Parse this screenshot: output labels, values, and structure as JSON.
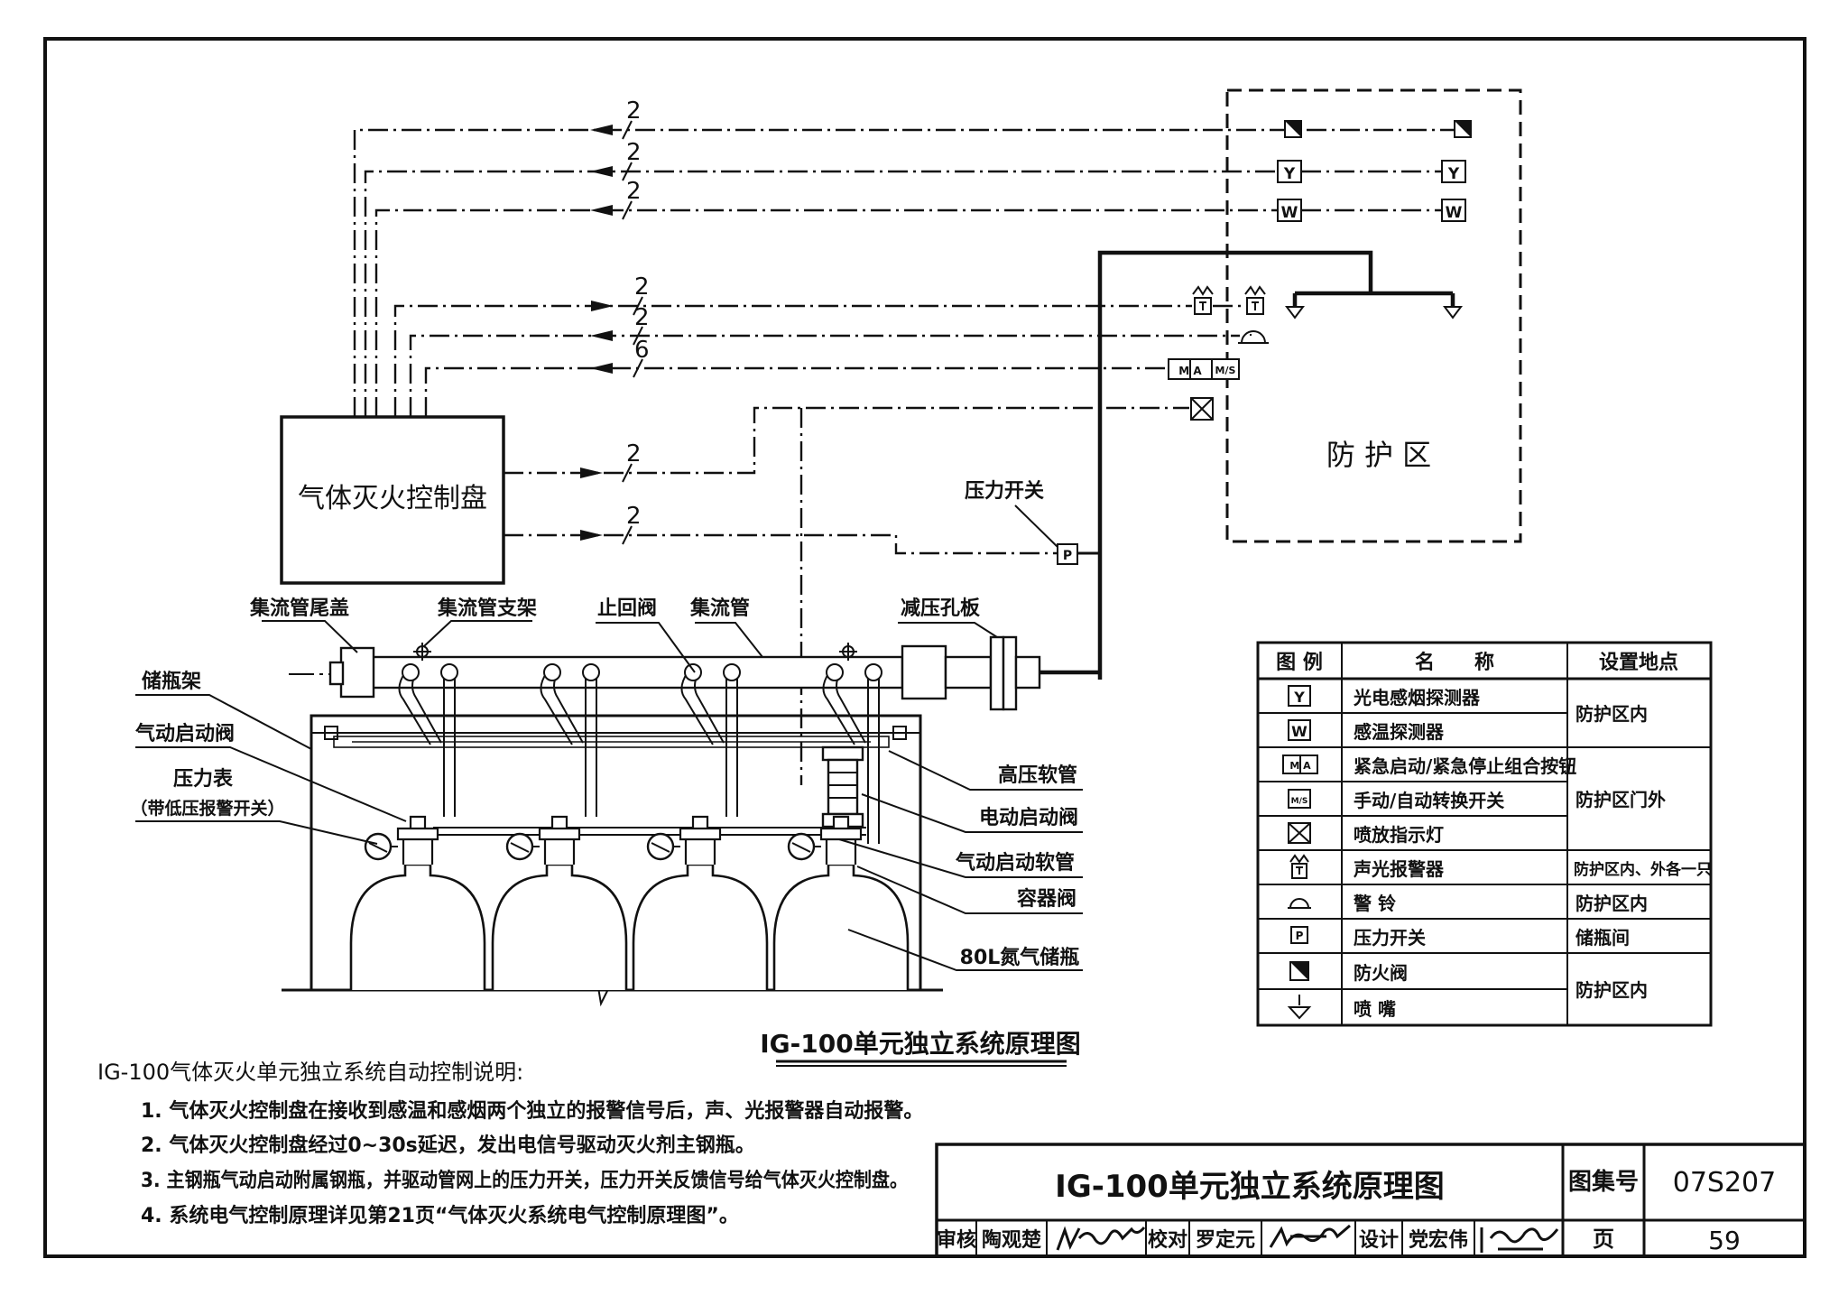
{
  "diagram": {
    "panel_label": "气体灭火控制盘",
    "zone_label": "防 护 区",
    "pressure_switch_label": "压力开关",
    "wire_counts": [
      "2",
      "2",
      "2",
      "2",
      "2",
      "6",
      "2",
      "2"
    ],
    "component_labels": {
      "header_end_cap": "集流管尾盖",
      "header_bracket": "集流管支架",
      "check_valve": "止回阀",
      "header": "集流管",
      "orifice_plate": "减压孔板",
      "cylinder_rack": "储瓶架",
      "pneumatic_start_valve": "气动启动阀",
      "pressure_gauge": "压力表",
      "pressure_gauge_note": "（带低压报警开关）",
      "hp_hose": "高压软管",
      "electric_start_valve": "电动启动阀",
      "pneumatic_start_hose": "气动启动软管",
      "container_valve": "容器阀",
      "cylinder": "80L氮气储瓶"
    },
    "diagram_title": "IG-100单元独立系统原理图"
  },
  "legend": {
    "headers": [
      "图 例",
      "名　　称",
      "设置地点"
    ],
    "symbol_text": {
      "y": "Y",
      "w": "W",
      "ma": "M A",
      "ms": "M/S",
      "p": "P"
    },
    "rows": [
      {
        "symbol": "smoke-detector-icon",
        "name": "光电感烟探测器"
      },
      {
        "symbol": "heat-detector-icon",
        "name": "感温探测器"
      },
      {
        "symbol": "emergency-button-icon",
        "name": "紧急启动/紧急停止组合按钮"
      },
      {
        "symbol": "manual-auto-switch-icon",
        "name": "手动/自动转换开关"
      },
      {
        "symbol": "discharge-lamp-icon",
        "name": "喷放指示灯"
      },
      {
        "symbol": "alarm-icon",
        "name": "声光报警器"
      },
      {
        "symbol": "bell-icon",
        "name": "警 铃"
      },
      {
        "symbol": "pressure-switch-icon",
        "name": "压力开关"
      },
      {
        "symbol": "fire-damper-icon",
        "name": "防火阀"
      },
      {
        "symbol": "nozzle-icon",
        "name": "喷 嘴"
      }
    ],
    "locations": [
      "防护区内",
      "防护区门外",
      "防护区内、外各一只",
      "防护区内",
      "储瓶间",
      "防护区内"
    ]
  },
  "notes": {
    "title": "IG-100气体灭火单元独立系统自动控制说明:",
    "items": [
      "1. 气体灭火控制盘在接收到感温和感烟两个独立的报警信号后，声、光报警器自动报警。",
      "2. 气体灭火控制盘经过0~30s延迟，发出电信号驱动灭火剂主钢瓶。",
      "3. 主钢瓶气动启动附属钢瓶，并驱动管网上的压力开关，压力开关反馈信号给气体灭火控制盘。",
      "4. 系统电气控制原理详见第21页“气体灭火系统电气控制原理图”。"
    ]
  },
  "title_block": {
    "title": "IG-100单元独立系统原理图",
    "atlas_label": "图集号",
    "atlas_no": "07S207",
    "review_label": "审核",
    "reviewer": "陶观楚",
    "check_label": "校对",
    "checker": "罗定元",
    "design_label": "设计",
    "designer": "党宏伟",
    "page_label": "页",
    "page_no": "59"
  }
}
